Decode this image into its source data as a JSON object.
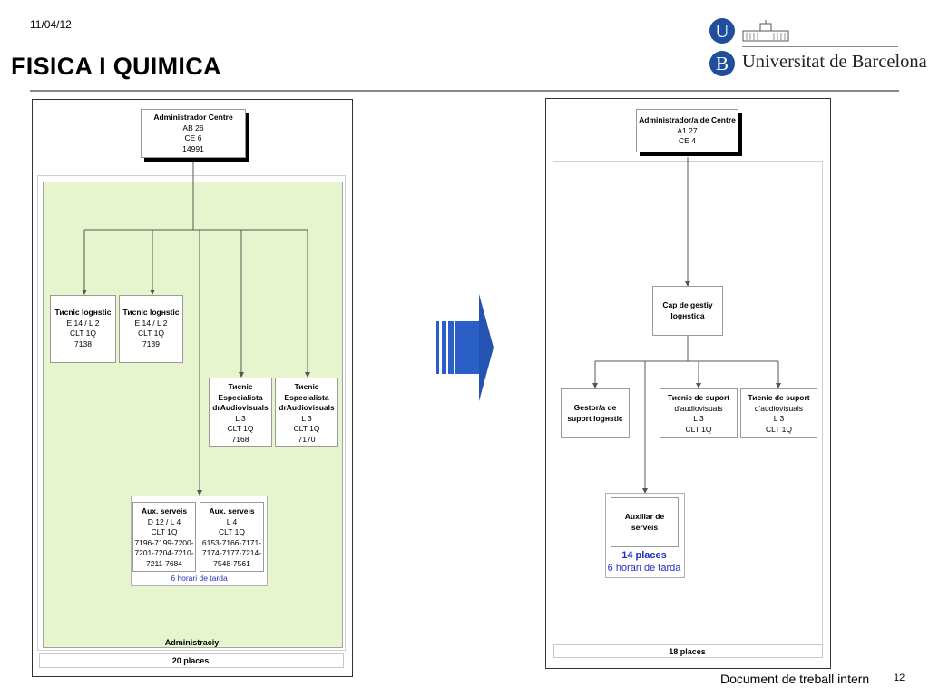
{
  "header": {
    "date": "11/04/12",
    "title": "FISICA I QUIMICA",
    "logo_letter_u": "U",
    "logo_letter_b": "B",
    "logo_name": "Universitat de Barcelona"
  },
  "footer": {
    "note": "Document de treball intern",
    "page": "12"
  },
  "left": {
    "top_node": [
      "Administrador Centre",
      "AB 26",
      "CE 6",
      "14991"
    ],
    "tec_log_1": [
      "Тиcnic logнstic",
      "E 14 / L 2",
      "CLT 1Q",
      "7138"
    ],
    "tec_log_2": [
      "Тиcnic logнstic",
      "E 14 / L 2",
      "CLT 1Q",
      "7139"
    ],
    "tec_esp_1": [
      "Тиcnic",
      "Especialista",
      "drAudiovisuals",
      "L 3",
      "CLT 1Q",
      "7168"
    ],
    "tec_esp_2": [
      "Тиcnic",
      "Especialista",
      "drAudiovisuals",
      "L 3",
      "CLT 1Q",
      "7170"
    ],
    "aux_1": [
      "Aux. serveis",
      "D 12 / L 4",
      "CLT 1Q",
      "7196-7199-7200-",
      "7201-7204-7210-",
      "7211-7684"
    ],
    "aux_2": [
      "Aux. serveis",
      "L 4",
      "CLT 1Q",
      "6153-7166-7171-",
      "7174-7177-7214-",
      "7548-7561"
    ],
    "aux_note": "6 horari de tarda",
    "area_label": "Administraciу",
    "places": "20 places"
  },
  "right": {
    "top_node": [
      "Administrador/a de Centre",
      "A1 27",
      "CE 4"
    ],
    "cap": [
      "Cap de gestiу",
      "logнstica"
    ],
    "gestor": [
      "Gestor/a de",
      "suport logнstic"
    ],
    "tec_sup_1": [
      "Тиcnic de suport",
      "d'audiovisuals",
      "L 3",
      "CLT 1Q"
    ],
    "tec_sup_2": [
      "Тиcnic de suport",
      "d'audiovisuals",
      "L 3",
      "CLT 1Q"
    ],
    "aux": [
      "Auxiliar de",
      "serveis"
    ],
    "aux_places": "14 places",
    "aux_note": "6 horari de tarda",
    "places": "18 places"
  },
  "colors": {
    "arrow": "#2a5fc7",
    "green_area": "#e6f5cd",
    "logo": "#1f4e9c",
    "note_blue": "#1f2fc0"
  },
  "icons": [
    "university-logo-u",
    "university-logo-b",
    "building-icon",
    "right-arrow-icon"
  ]
}
